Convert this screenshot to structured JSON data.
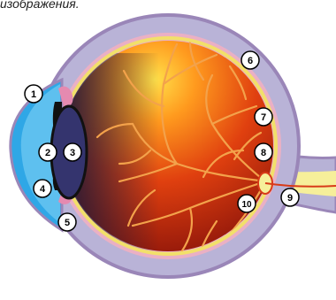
{
  "caption": "изображения.",
  "labels": [
    "1",
    "2",
    "3",
    "4",
    "5",
    "6",
    "7",
    "8",
    "9",
    "10"
  ],
  "colors": {
    "sclera": "#9a86b8",
    "sclera_inner": "#b7b2d6",
    "cornea": "#2fa7e6",
    "lens": "#3a3a7a",
    "choroid": "#e9a0b0",
    "retina_yellow": "#f2e06a",
    "fundus_core": "#ffd23a",
    "fundus_mid": "#ee5a14",
    "fundus_outer": "#a3180a",
    "vessel": "#f0a14a",
    "nerve": "#f6ef9a"
  }
}
